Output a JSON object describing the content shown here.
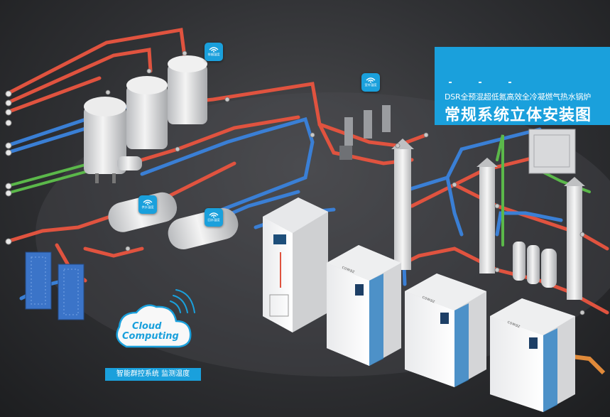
{
  "header": {
    "subtitle": "DSR全预混超低氮高效全冷凝燃气热水锅炉",
    "title": "常规系统立体安装图"
  },
  "sensors": {
    "exhaust_temp": "排烟温度",
    "outdoor_temp": "室外温度",
    "supply_temp": "供水温度",
    "return_temp": "回水温度"
  },
  "cloud": {
    "line1": "Cloud",
    "line2": "Computing",
    "tag": "智能群控系统 监测温度"
  },
  "boilers": {
    "brand": "cowaz"
  },
  "colors": {
    "accent": "#1aa0dc",
    "hot_pipe": "#e0533f",
    "cold_pipe": "#3a7fd5",
    "green_pipe": "#5bb84a",
    "gas_pipe": "#e08a3a"
  }
}
